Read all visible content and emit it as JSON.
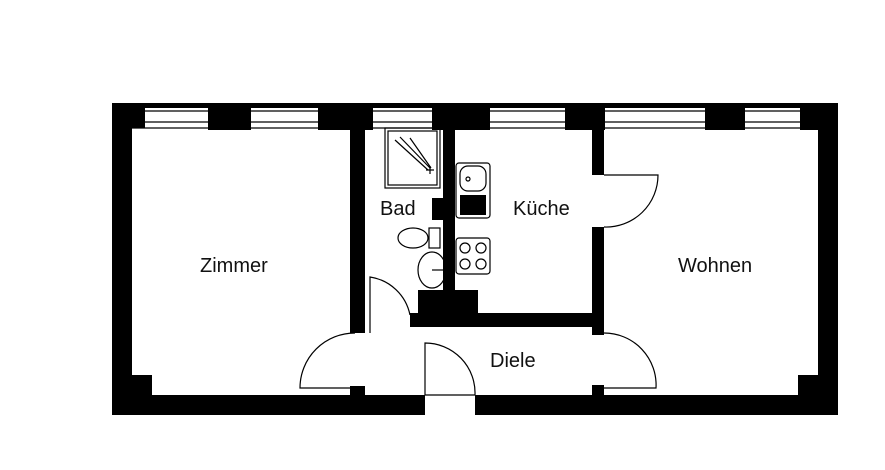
{
  "rooms": {
    "zimmer": "Zimmer",
    "bad": "Bad",
    "kueche": "Küche",
    "wohnen": "Wohnen",
    "diele": "Diele"
  },
  "colors": {
    "wall": "#000000",
    "background": "#ffffff"
  }
}
